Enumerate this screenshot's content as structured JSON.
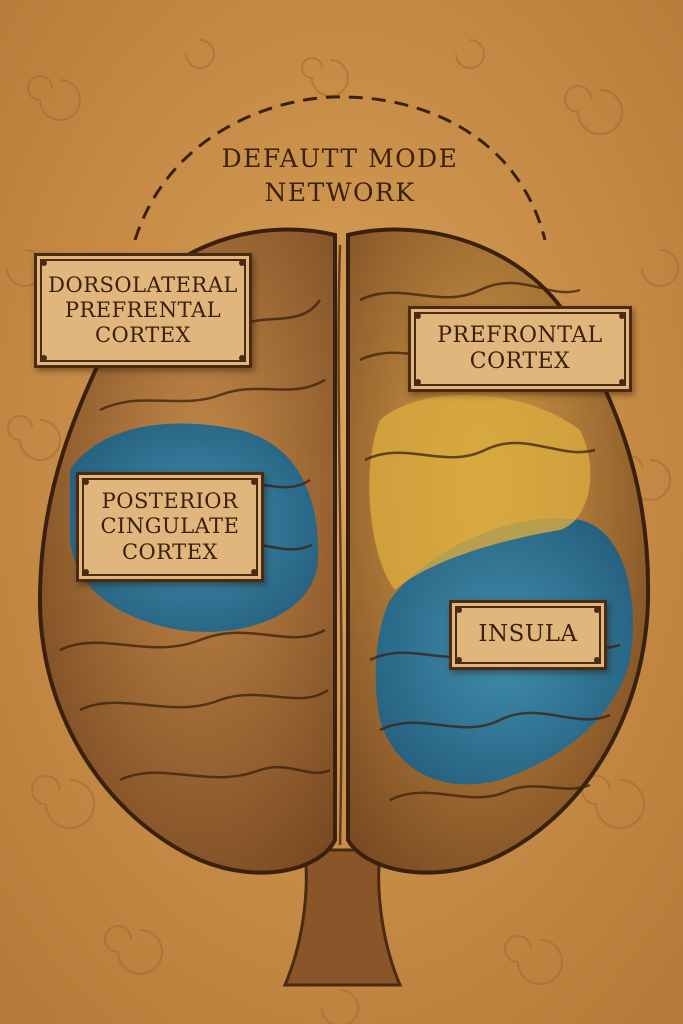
{
  "diagram": {
    "title": "DEFAUTT MODE\nNETWORK",
    "labels": {
      "dlpfc": "DORSOLATERAL\nPREFRENTAL\nCORTEX",
      "pfc": "PREFRONTAL\nCORTEX",
      "pcc": "POSTERIOR\nCINGULATE\nCORTEX",
      "insula": "INSULA"
    },
    "colors": {
      "background": "#c98f45",
      "brain_tan": "#a86a34",
      "brain_yellow": "#d4a43b",
      "region_blue": "#2b7ea5",
      "ink": "#3a210d"
    }
  }
}
